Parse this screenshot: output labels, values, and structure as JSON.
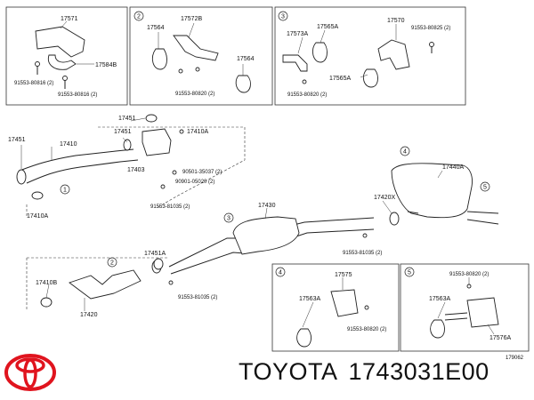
{
  "diagram": {
    "ref_code": "179062",
    "panels": {
      "p1": {
        "labels": [
          "17571",
          "17584B",
          "91553-80816 (2)",
          "91553-80816 (2)"
        ]
      },
      "p2": {
        "callout": "2",
        "labels": [
          "17564",
          "17572B",
          "17564",
          "91553-80820 (2)"
        ]
      },
      "p3": {
        "callout": "3",
        "labels": [
          "17573A",
          "17565A",
          "17570",
          "91553-80825 (2)",
          "17565A",
          "91553-80820 (2)"
        ]
      },
      "p4": {
        "callout": "4",
        "labels": [
          "17575",
          "17563A",
          "91553-80820 (2)"
        ]
      },
      "p5": {
        "callout": "5",
        "labels": [
          "91553-80820 (2)",
          "17563A",
          "17576A"
        ]
      }
    },
    "main_labels": [
      "17451",
      "17451",
      "17410",
      "17451",
      "17410A",
      "17403",
      "90501-35037 (2)",
      "90901-05020 (2)",
      "91553-81035 (2)",
      "17410A",
      "17430",
      "17420X",
      "17440A",
      "91553-81035 (2)",
      "17451A",
      "17410B",
      "17420",
      "91553-81035 (2)"
    ],
    "callouts": [
      "1",
      "2",
      "3",
      "4",
      "5"
    ]
  },
  "brand": {
    "name": "TOYOTA",
    "part_number": "1743031E00",
    "logo_color": "#e0141e"
  }
}
